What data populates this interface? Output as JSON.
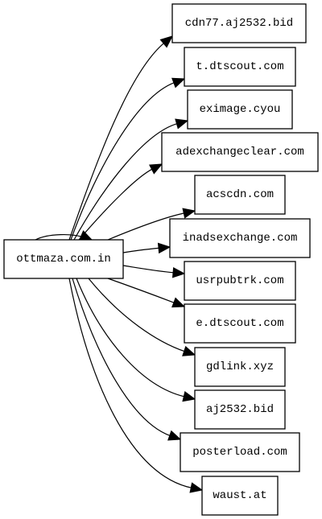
{
  "graph": {
    "source": "ottmaza.com.in",
    "targets": [
      "cdn77.aj2532.bid",
      "t.dtscout.com",
      "eximage.cyou",
      "adexchangeclear.com",
      "acscdn.com",
      "inadsexchange.com",
      "usrpubtrk.com",
      "e.dtscout.com",
      "gdlink.xyz",
      "aj2532.bid",
      "posterload.com",
      "waust.at"
    ],
    "has_self_loop": true,
    "edge_color": "#000000",
    "node_border_color": "#000000",
    "background": "#ffffff"
  }
}
